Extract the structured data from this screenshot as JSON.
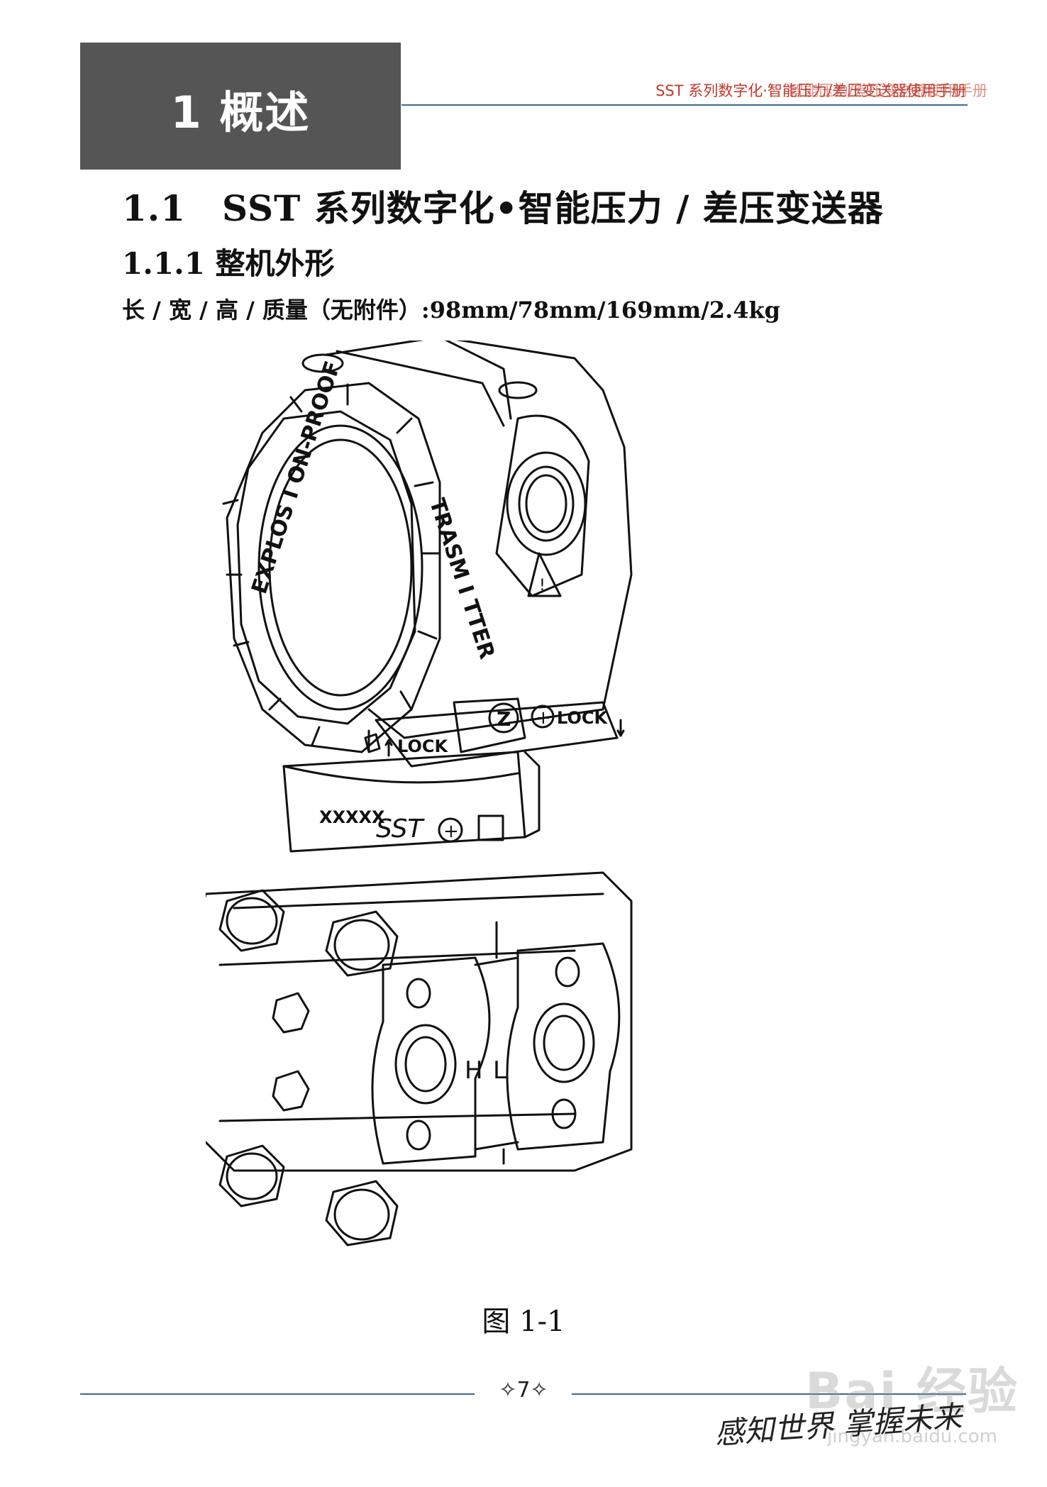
{
  "chapter": {
    "title": "1 概述"
  },
  "header": {
    "manual_title": "SST 系列数字化·智能压力/差压变送器使用手册",
    "overlap_title": "智能压力/差压变送器使用手册"
  },
  "section": {
    "title": "1.1　SST 系列数字化•智能压力 / 差压变送器"
  },
  "subsection": {
    "title": "1.1.1 整机外形"
  },
  "spec": {
    "text": "长 / 宽 / 高 / 质量（无附件）:98mm/78mm/169mm/2.4kg"
  },
  "figure": {
    "cover_text_left": "EXPLOS I ON-PROOF",
    "cover_text_right": "TRASM I TTER",
    "lock_left": "LOCK",
    "lock_right": "LOCK",
    "zero_button": "Z",
    "plus_button": "+",
    "neck_code": "XXXXX",
    "brand": "SST",
    "port_h": "H",
    "port_l": "L",
    "caption": "图 1-1"
  },
  "footer": {
    "page_number": "✧7✧"
  },
  "watermark": {
    "brand": "Bai 经验",
    "url": "jingyan.baidu.com",
    "signature": "感知世界 掌握未来"
  }
}
